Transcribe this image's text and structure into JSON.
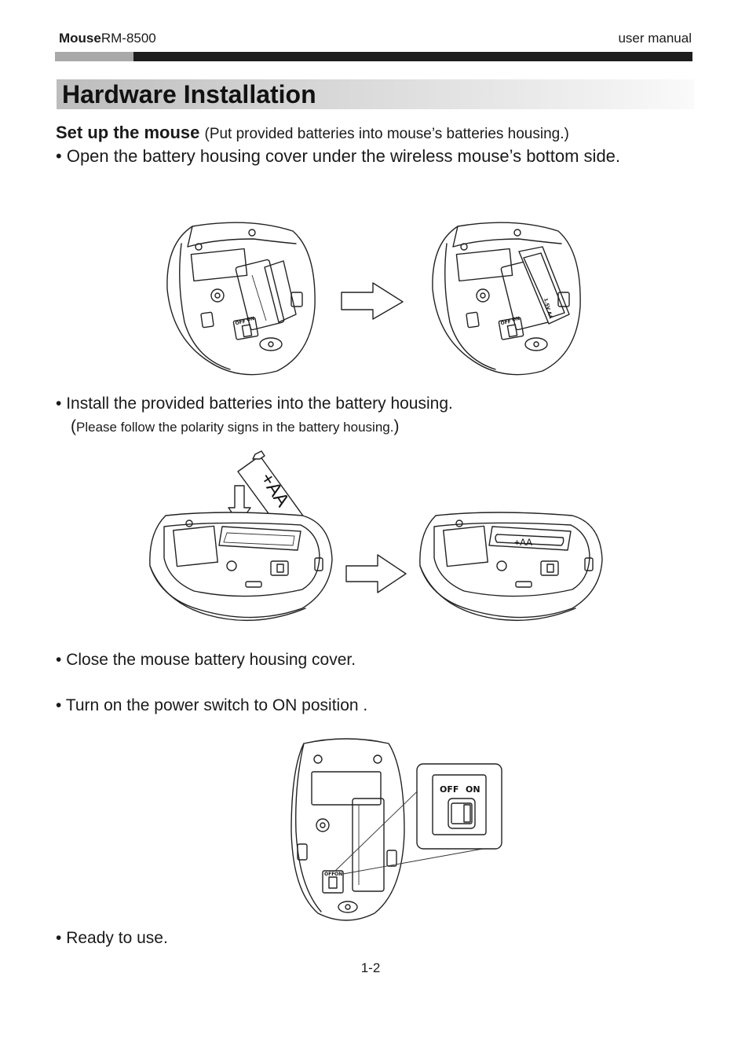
{
  "header": {
    "product_bold": "Mouse",
    "product_model": "RM-8500",
    "doc_type": "user manual"
  },
  "section_title": "Hardware Installation",
  "setup": {
    "heading": "Set up the mouse",
    "note_open": "(",
    "note": "Put provided batteries into mouse’s batteries housing.",
    "note_close": ")"
  },
  "steps": [
    {
      "bullet": "•",
      "text": "Open the battery housing cover under the wireless mouse’s bottom side."
    },
    {
      "bullet": "•",
      "text": "Install the provided batteries into the battery housing.",
      "note_open": "(",
      "note": "Please follow the polarity signs in the battery housing.",
      "note_close": ")"
    },
    {
      "bullet": "•",
      "text": "Close the mouse battery housing cover."
    },
    {
      "bullet": "•",
      "text": "Turn on the power switch to ON position ."
    },
    {
      "bullet": "•",
      "text": "Ready to use."
    }
  ],
  "figure_labels": {
    "switch_off": "OFF",
    "switch_on": "ON",
    "battery_label": "+AA",
    "battery_label_installed": "+AA",
    "housing_label": "1.5V AA"
  },
  "page_number": "1-2"
}
